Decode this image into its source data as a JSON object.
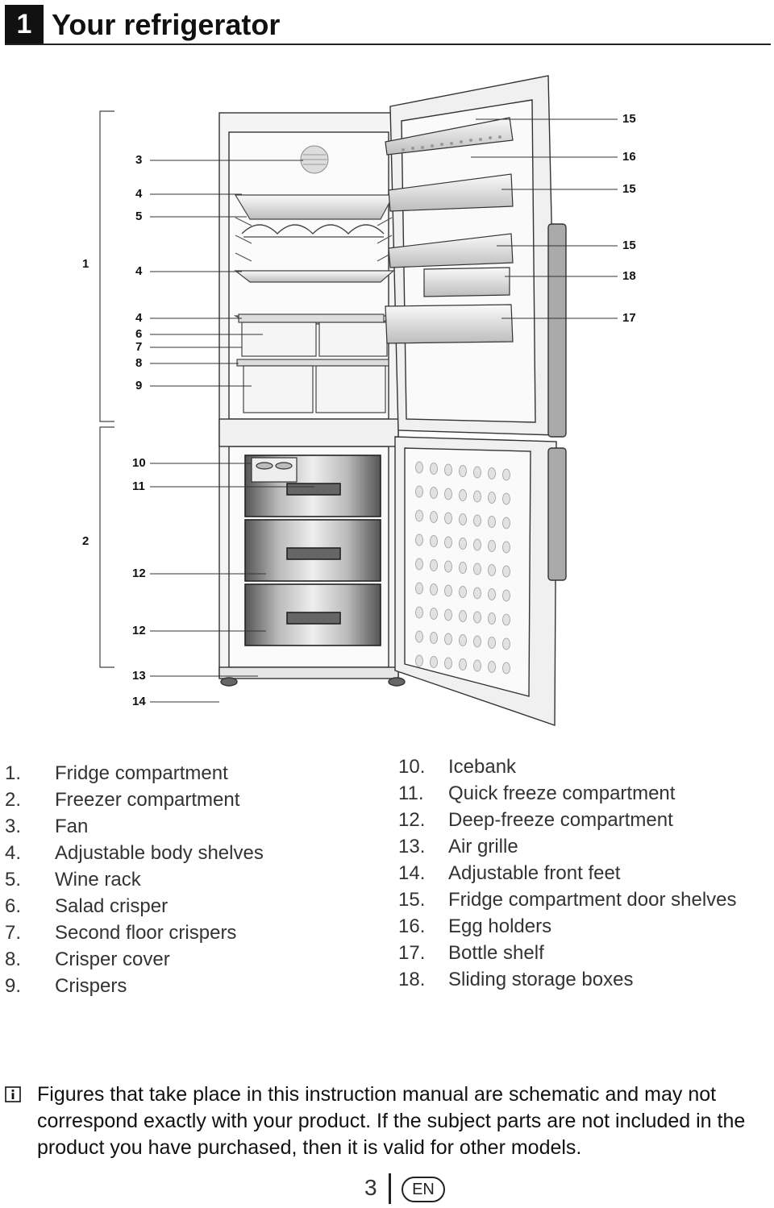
{
  "header": {
    "section_number": "1",
    "title": "Your refrigerator"
  },
  "diagram": {
    "bracket_labels": {
      "fridge": "1",
      "freezer": "2"
    },
    "left_callouts": [
      "3",
      "4",
      "5",
      "4",
      "4",
      "6",
      "7",
      "8",
      "9",
      "10",
      "11",
      "12",
      "12",
      "13",
      "14"
    ],
    "right_callouts": [
      "15",
      "16",
      "15",
      "15",
      "18",
      "17"
    ]
  },
  "legend": {
    "left": [
      {
        "num": "1.",
        "text": "Fridge compartment"
      },
      {
        "num": "2.",
        "text": "Freezer compartment"
      },
      {
        "num": "3.",
        "text": "Fan"
      },
      {
        "num": "4.",
        "text": "Adjustable body shelves"
      },
      {
        "num": "5.",
        "text": "Wine rack"
      },
      {
        "num": "6.",
        "text": "Salad crisper"
      },
      {
        "num": "7.",
        "text": "Second floor crispers"
      },
      {
        "num": "8.",
        "text": "Crisper cover"
      },
      {
        "num": "9.",
        "text": "Crispers"
      }
    ],
    "right": [
      {
        "num": "10.",
        "text": "Icebank"
      },
      {
        "num": "11.",
        "text": "Quick freeze compartment"
      },
      {
        "num": "12.",
        "text": "Deep-freeze compartment"
      },
      {
        "num": "13.",
        "text": "Air grille"
      },
      {
        "num": "14.",
        "text": "Adjustable front feet"
      },
      {
        "num": "15.",
        "text": "Fridge compartment door shelves"
      },
      {
        "num": "16.",
        "text": "Egg holders"
      },
      {
        "num": "17.",
        "text": "Bottle shelf"
      },
      {
        "num": "18.",
        "text": "Sliding storage boxes"
      }
    ]
  },
  "note": {
    "icon": "info-icon",
    "text": "Figures that take place in this instruction manual are schematic and may not correspond exactly with your product. If the subject parts are not included in the product you have purchased, then it is valid for other models."
  },
  "footer": {
    "page_number": "3",
    "language": "EN"
  }
}
